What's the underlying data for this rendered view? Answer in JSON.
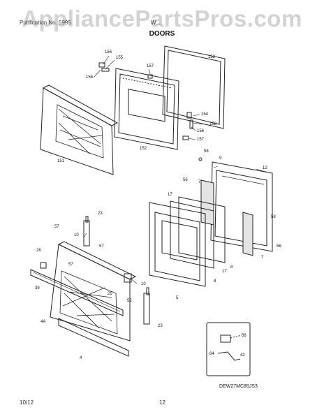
{
  "watermark": "AppliancePartsPros.com",
  "header": {
    "left_text": "Publication No. 5995",
    "right_text": "W....",
    "section_title": "DOORS"
  },
  "callouts": [
    "156",
    "155",
    "156",
    "157",
    "153",
    "154",
    "158",
    "156",
    "157",
    "152",
    "151",
    "58",
    "9",
    "12",
    "17",
    "56",
    "7",
    "58",
    "56",
    "8",
    "7",
    "23",
    "57",
    "10",
    "57",
    "26",
    "57",
    "39",
    "10",
    "52",
    "26",
    "4A",
    "23",
    "4",
    "56",
    "64",
    "42",
    "17",
    "8",
    "5"
  ],
  "diagram_code": "DEW27MC85JS3",
  "footer": {
    "date": "10/12",
    "page": "12"
  }
}
